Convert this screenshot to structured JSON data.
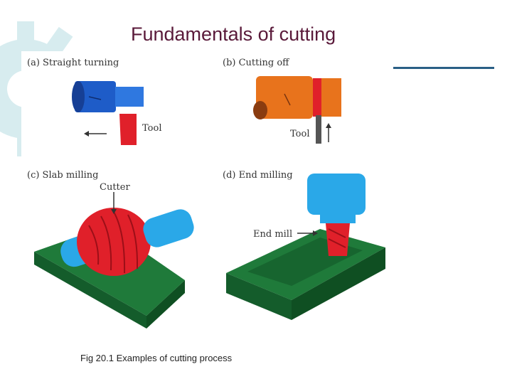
{
  "slide": {
    "title": "Fundamentals of cutting",
    "caption": "Fig 20.1 Examples of cutting process"
  },
  "panels": {
    "a": {
      "label": "(a) Straight turning",
      "tool_label": "Tool"
    },
    "b": {
      "label": "(b) Cutting off",
      "tool_label": "Tool"
    },
    "c": {
      "label": "(c) Slab milling",
      "cutter_label": "Cutter"
    },
    "d": {
      "label": "(d) End milling",
      "endmill_label": "End mill"
    }
  },
  "colors": {
    "title": "#5a1a3a",
    "accent_rule": "#2a5f86",
    "workpiece_blue": "#1e5cc8",
    "workpiece_orange": "#e8731c",
    "tool_red": "#e0202a",
    "table_green": "#1f7a3a",
    "spindle_cyan": "#2aa8e8"
  }
}
